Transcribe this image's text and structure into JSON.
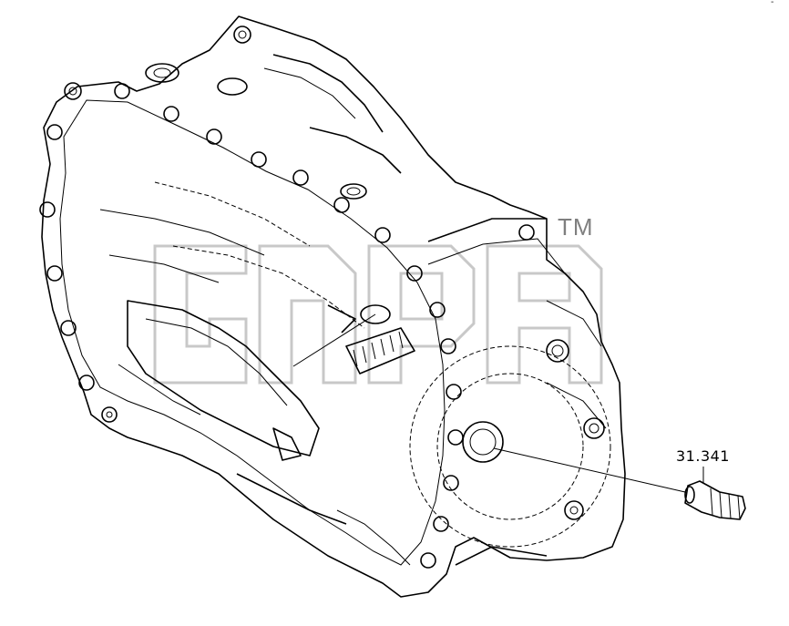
{
  "diagram": {
    "part_number_label": "31.341",
    "trademark_symbol": "TM",
    "corner_mark": "-"
  },
  "colors": {
    "background": "#ffffff",
    "line": "#000000",
    "watermark": "#9a9a9a"
  },
  "icons": {
    "housing": "transmission-housing-drawing",
    "part": "threaded-plug-sensor-drawing",
    "watermark": "brand-watermark-logo"
  }
}
